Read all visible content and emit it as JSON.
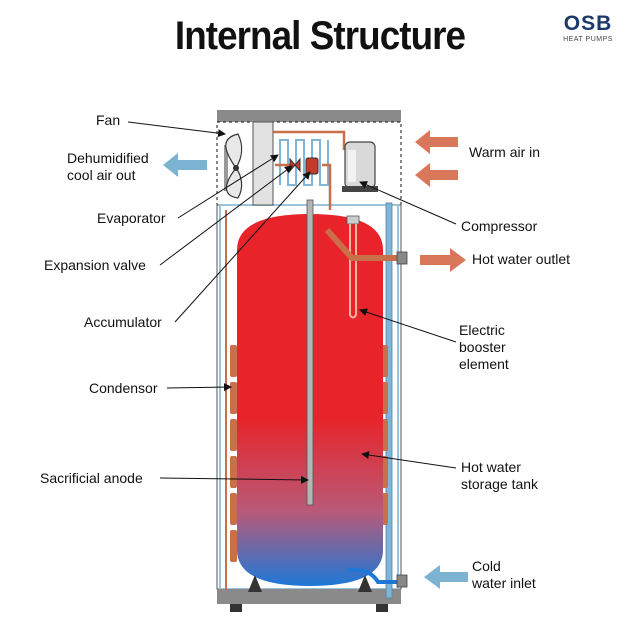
{
  "title": "Internal Structure",
  "logo": {
    "name": "OSB",
    "subtitle": "HEAT PUMPS"
  },
  "labels": {
    "fan": "Fan",
    "dehumidified": [
      "Dehumidified",
      "cool air out"
    ],
    "evaporator": "Evaporator",
    "expansion_valve": "Expansion valve",
    "accumulator": "Accumulator",
    "condensor": "Condensor",
    "sacrificial_anode": "Sacrificial anode",
    "warm_air_in": "Warm air in",
    "compressor": "Compressor",
    "hot_water_outlet": "Hot water outlet",
    "electric_booster": [
      "Electric",
      "booster",
      "element"
    ],
    "storage_tank": [
      "Hot water",
      "storage tank"
    ],
    "cold_inlet": [
      "Cold",
      "water inlet"
    ]
  },
  "colors": {
    "tank_top": "#e8242a",
    "tank_bottom": "#1e78d8",
    "copper": "#c96f4a",
    "cold_pipe": "#7fb5d6",
    "hot_arrow": "#d9775b",
    "cold_arrow": "#7db3d2",
    "casing": "#8a8a8a"
  }
}
